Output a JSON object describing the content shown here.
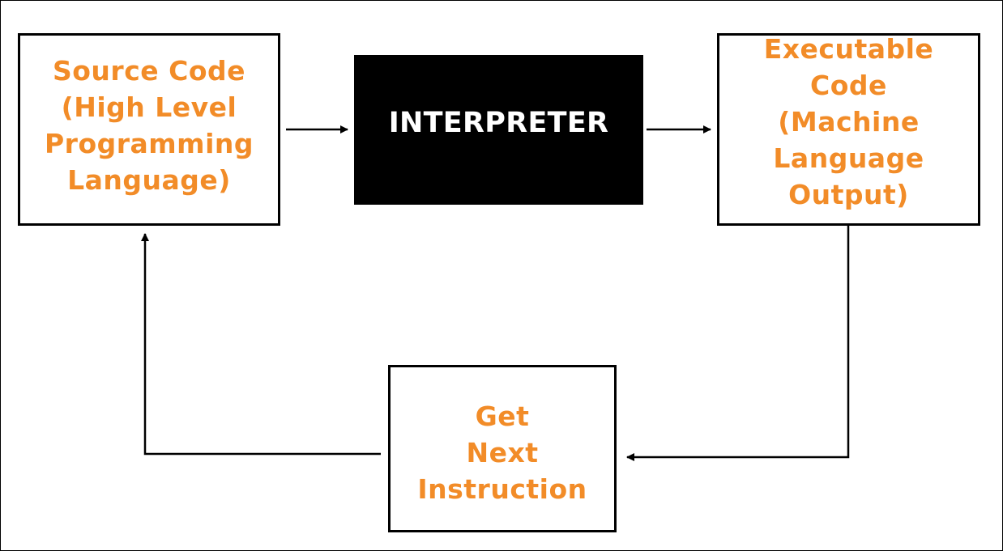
{
  "colors": {
    "accent_text": "#F28C28",
    "stroke": "#000000",
    "interpreter_fill": "#000000",
    "interpreter_text": "#FFFFFF"
  },
  "nodes": {
    "source": {
      "lines": [
        "Source Code",
        "(High Level",
        "Programming",
        "Language)"
      ]
    },
    "interpreter": {
      "label": "INTERPRETER"
    },
    "executable": {
      "lines": [
        "Executable",
        "Code",
        "(Machine",
        "Language",
        "Output)"
      ]
    },
    "next_instruction": {
      "lines": [
        "Get",
        "Next",
        "Instruction"
      ]
    }
  },
  "edges": [
    {
      "from": "source",
      "to": "interpreter"
    },
    {
      "from": "interpreter",
      "to": "executable"
    },
    {
      "from": "executable",
      "to": "next_instruction"
    },
    {
      "from": "next_instruction",
      "to": "source"
    }
  ]
}
